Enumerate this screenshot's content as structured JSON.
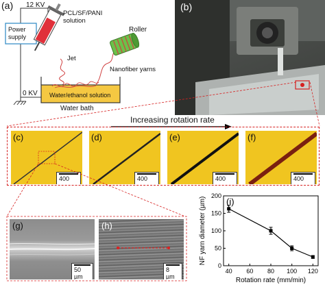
{
  "panel_a": {
    "label": "(a)",
    "voltage_high": "12 KV",
    "voltage_low": "0 KV",
    "power_supply": "Power\nsupply",
    "solution": "PCL/SF/PANI\nsolution",
    "jet": "Jet",
    "roller": "Roller",
    "yarns": "Nanofiber yarns",
    "bath_solution": "Water/ethanol solution",
    "bath": "Water bath"
  },
  "panel_b": {
    "label": "(b)"
  },
  "rotation_arrow_text": "Increasing rotation rate",
  "optical_panels": [
    {
      "label": "(c)",
      "scale": "400 µm"
    },
    {
      "label": "(d)",
      "scale": "400 µm"
    },
    {
      "label": "(e)",
      "scale": "400 µm"
    },
    {
      "label": "(f)",
      "scale": "400 µm"
    }
  ],
  "sem_panels": [
    {
      "label": "(g)",
      "scale": "50 µm"
    },
    {
      "label": "(h)",
      "scale": "8 µm"
    }
  ],
  "chart_data": {
    "type": "line",
    "panel_label": "(i)",
    "x": [
      40,
      80,
      100,
      120
    ],
    "series": [
      {
        "values": [
          163,
          100,
          50,
          25
        ],
        "errors": [
          10,
          10,
          7,
          4
        ]
      }
    ],
    "xlabel": "Rotation rate (mm/min)",
    "ylabel": "NF yarn diameter (µm)",
    "xticks": [
      40,
      60,
      80,
      100,
      120
    ],
    "yticks": [
      0,
      50,
      100,
      150,
      200
    ],
    "xlim": [
      35,
      125
    ],
    "ylim": [
      0,
      200
    ],
    "grid": false
  }
}
